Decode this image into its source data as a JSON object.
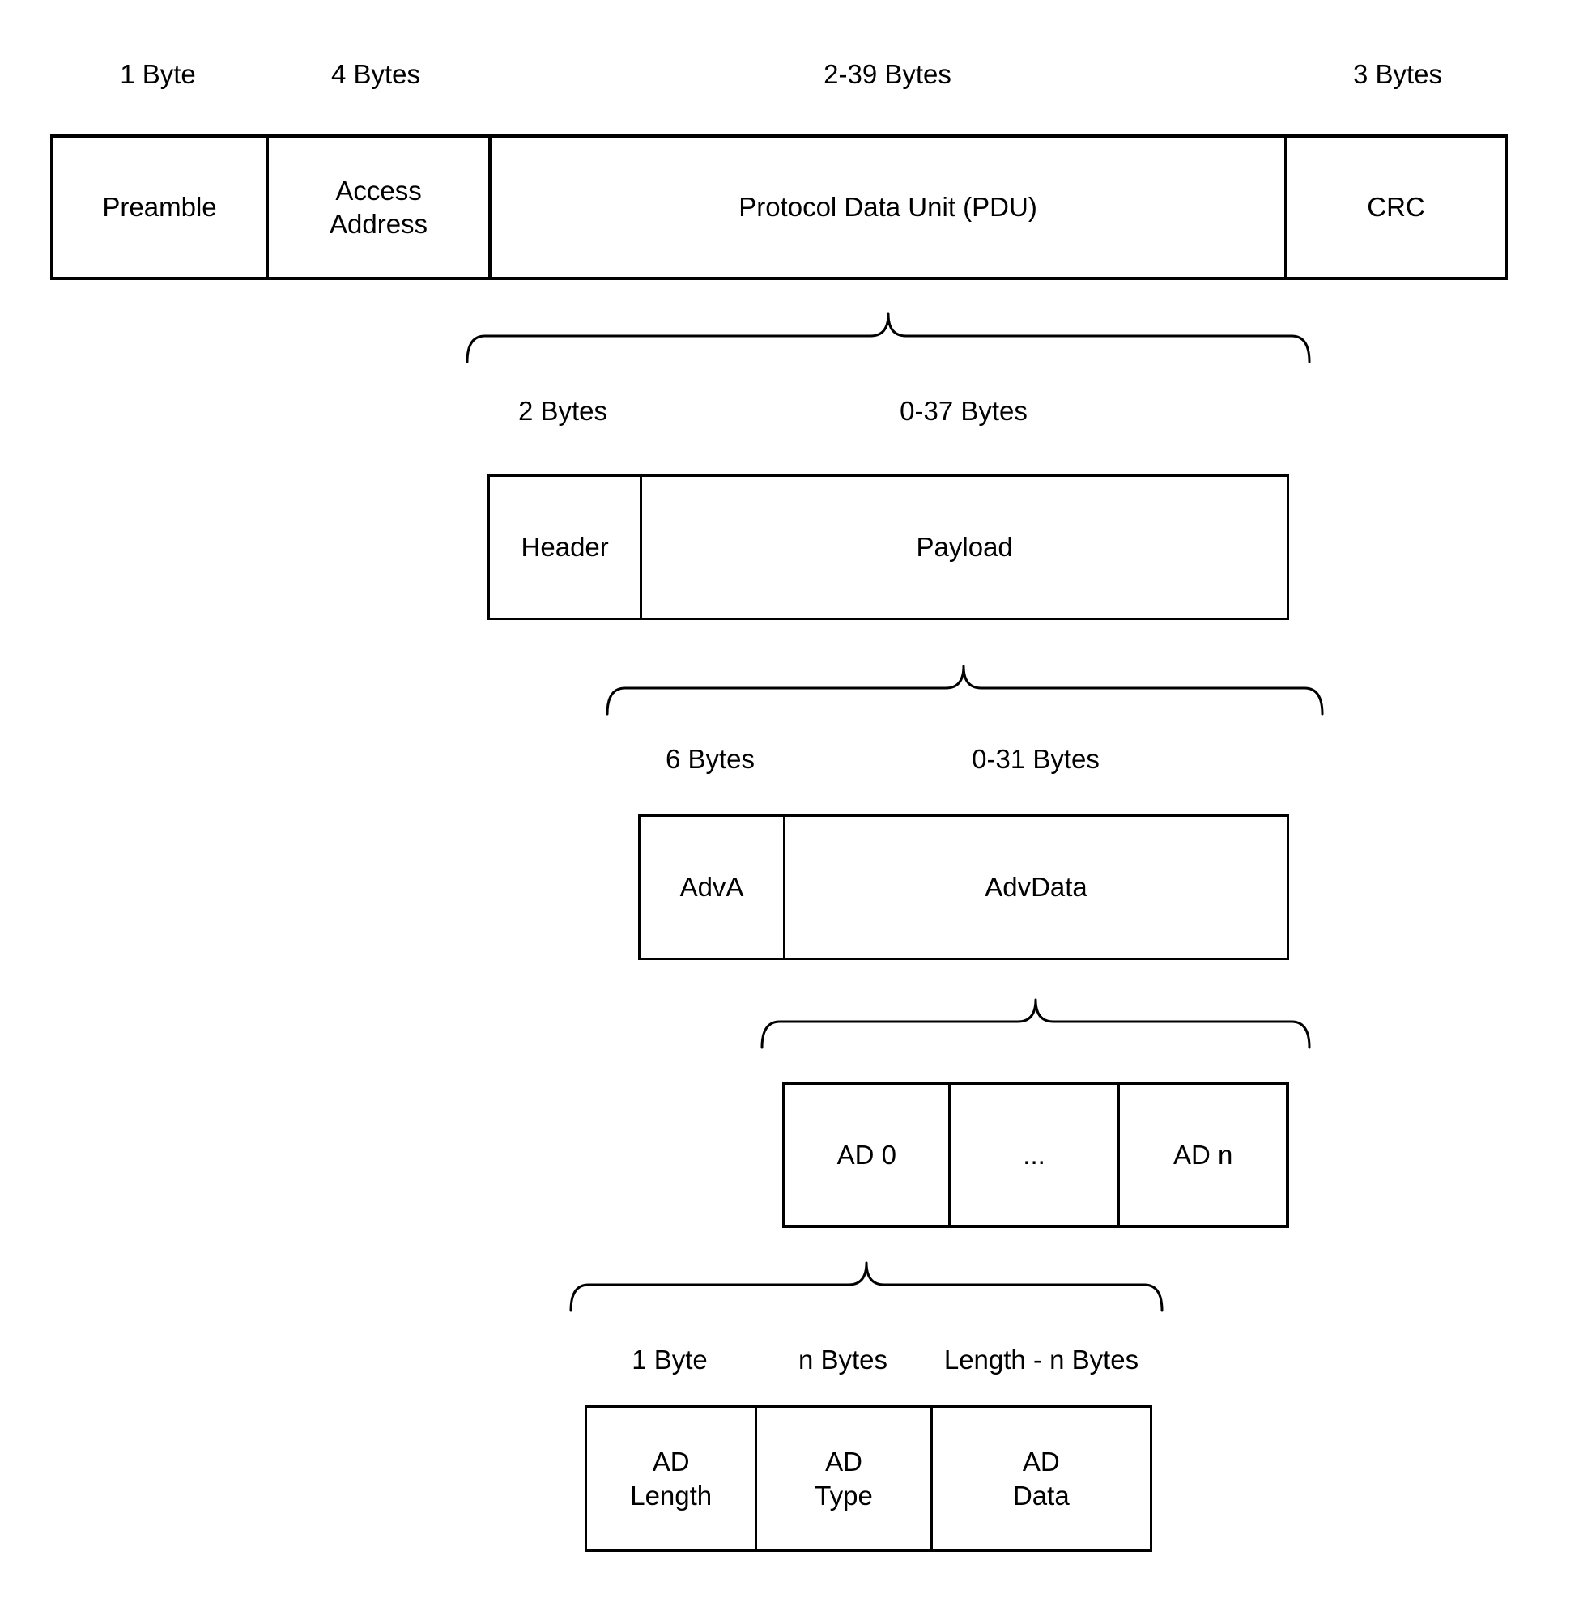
{
  "diagram": {
    "description": "BLE advertising packet structure breakdown",
    "colors": {
      "stroke": "#000000",
      "background": "#ffffff"
    },
    "rows": [
      {
        "name": "packet",
        "labels": [
          "1 Byte",
          "4 Bytes",
          "2-39 Bytes",
          "3 Bytes"
        ],
        "cells": [
          "Preamble",
          [
            "Access",
            "Address"
          ],
          "Protocol Data Unit (PDU)",
          "CRC"
        ]
      },
      {
        "name": "pdu",
        "labels": [
          "2 Bytes",
          "0-37 Bytes"
        ],
        "cells": [
          "Header",
          "Payload"
        ]
      },
      {
        "name": "payload",
        "labels": [
          "6 Bytes",
          "0-31 Bytes"
        ],
        "cells": [
          "AdvA",
          "AdvData"
        ]
      },
      {
        "name": "advdata",
        "labels": [],
        "cells": [
          "AD 0",
          "...",
          "AD n"
        ]
      },
      {
        "name": "ad-structure",
        "labels": [
          "1 Byte",
          "n Bytes",
          "Length - n Bytes"
        ],
        "cells": [
          [
            "AD",
            "Length"
          ],
          [
            "AD",
            "Type"
          ],
          [
            "AD",
            "Data"
          ]
        ]
      }
    ]
  }
}
